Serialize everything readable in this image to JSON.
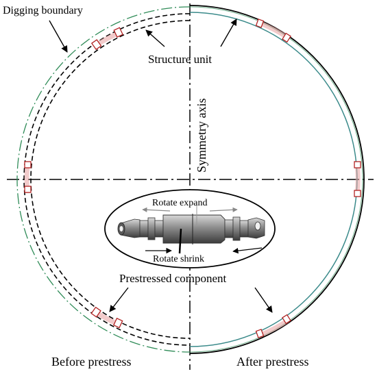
{
  "labels": {
    "digging_boundary": "Digging boundary",
    "structure_unit": "Structure unit",
    "symmetry_axis": "Symmetry axis",
    "rotate_expand": "Rotate expand",
    "rotate_shrink": "Rotate shrink",
    "prestressed_component": "Prestressed component",
    "before_prestress": "Before prestress",
    "after_prestress": "After prestress"
  },
  "colors": {
    "digging_boundary": "#2e8b57",
    "structure_line": "#000000",
    "inner_line": "#3a8a8a",
    "component_highlight": "#d9534f",
    "component_fill": "#f6dada",
    "background": "#ffffff"
  }
}
